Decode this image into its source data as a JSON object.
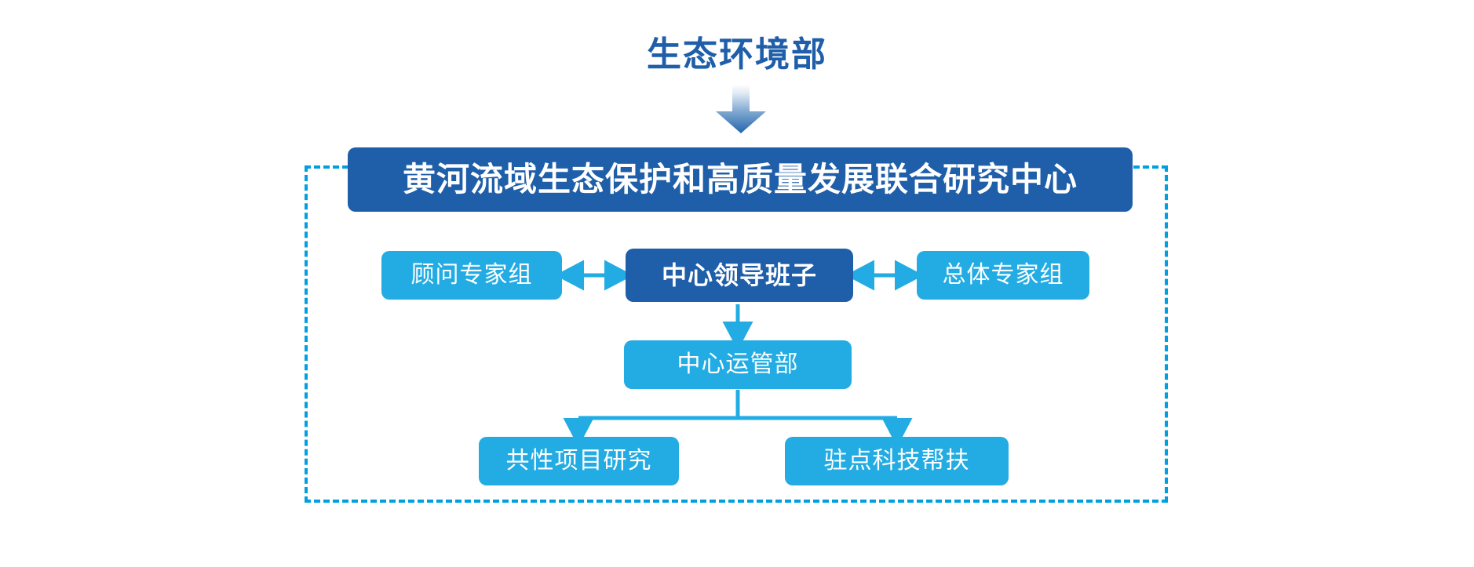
{
  "diagram": {
    "title_top": "生态环境部",
    "banner": "黄河流域生态保护和高质量发展联合研究中心",
    "nodes": {
      "advisory_group": "顾问专家组",
      "leadership_team": "中心领导班子",
      "overall_expert_group": "总体专家组",
      "operations_dept": "中心运管部",
      "common_project_research": "共性项目研究",
      "station_tech_support": "驻点科技帮扶"
    },
    "colors": {
      "dark_blue": "#1f5ea8",
      "light_blue": "#22ace3",
      "dashed_border": "#00a0e0",
      "connector": "#22ace3",
      "text_on_box": "#ffffff",
      "background": "#ffffff"
    },
    "connectors": [
      {
        "name": "ministry-to-banner",
        "kind": "arrow-down",
        "style": "gradient"
      },
      {
        "name": "advisory-to-leadership",
        "kind": "arrow-double-horizontal"
      },
      {
        "name": "leadership-to-overall",
        "kind": "arrow-double-horizontal"
      },
      {
        "name": "leadership-to-operations",
        "kind": "arrow-down"
      },
      {
        "name": "operations-to-common",
        "kind": "elbow-arrow-down-left"
      },
      {
        "name": "operations-to-station",
        "kind": "elbow-arrow-down-right"
      }
    ]
  }
}
